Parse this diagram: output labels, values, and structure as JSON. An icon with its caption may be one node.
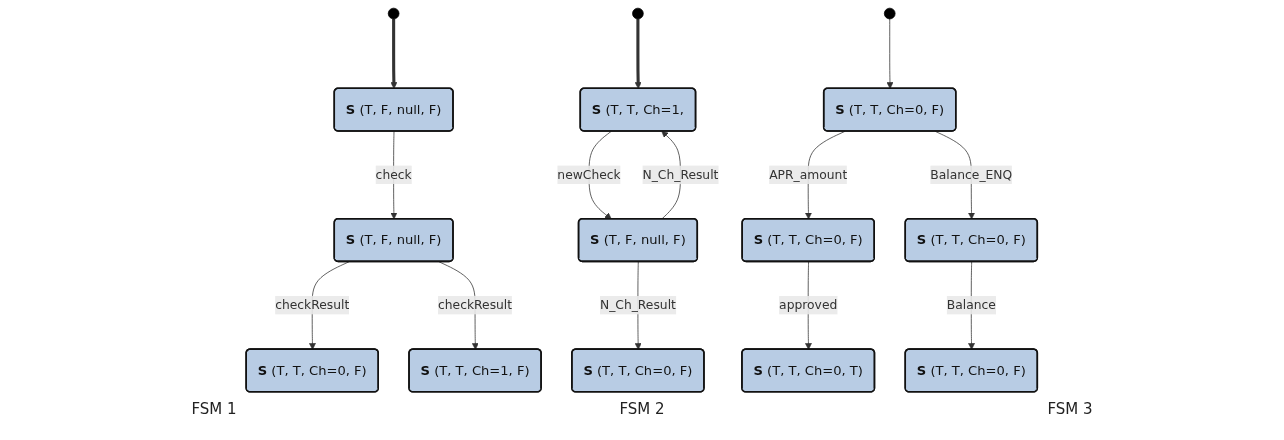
{
  "diagram": {
    "nodes": [
      {
        "text": [],
        "shape": "circle"
      },
      {
        "text": [
          "**S** (T, F, null, F)"
        ]
      },
      {
        "text": [
          "**S** (T, F, null, F)"
        ]
      },
      {
        "text": [
          "**S** (T, T, Ch=0, F)"
        ]
      },
      {
        "text": [
          "**S** (T, T, Ch=1, F)"
        ]
      },
      {
        "text": [],
        "shape": "circle"
      },
      {
        "text": [
          "**S** (T, T, Ch=1,"
        ]
      },
      {
        "text": [
          "**S** (T, F, null, F)"
        ]
      },
      {
        "text": [
          "**S** (T, T, Ch=0, F)"
        ]
      },
      {
        "text": [],
        "shape": "circle"
      },
      {
        "text": [
          "**S** (T, T, Ch=0, F)"
        ]
      },
      {
        "text": [
          "**S** (T, T, Ch=0, F)"
        ]
      },
      {
        "text": [
          "**S** (T, T, Ch=0, F)"
        ]
      },
      {
        "text": [
          "**S** (T, T, Ch=0, T)"
        ]
      },
      {
        "text": [
          "**S** (T, T, Ch=0, F)"
        ]
      }
    ],
    "edges": [
      {
        "from": 0,
        "to": 1,
        "arrow": "to",
        "style": "thick"
      },
      {
        "from": 1,
        "to": 2,
        "arrow": "to",
        "label": "check"
      },
      {
        "from": 2,
        "to": 3,
        "arrow": "to",
        "label": "checkResult"
      },
      {
        "from": 2,
        "to": 4,
        "arrow": "to",
        "label": "checkResult"
      },
      {
        "from": 5,
        "to": 6,
        "arrow": "to",
        "style": "thick"
      },
      {
        "from": 6,
        "to": 7,
        "arrow": "to",
        "label": "newCheck"
      },
      {
        "from": 7,
        "to": 6,
        "arrow": "to",
        "label": "N_Ch_Result"
      },
      {
        "from": 7,
        "to": 8,
        "arrow": "to",
        "label": "N_Ch_Result"
      },
      {
        "from": 9,
        "to": 10,
        "arrow": "to"
      },
      {
        "from": 10,
        "to": 11,
        "arrow": "to",
        "label": "APR_amount"
      },
      {
        "from": 10,
        "to": 12,
        "arrow": "to",
        "label": "Balance_ENQ"
      },
      {
        "from": 11,
        "to": 13,
        "arrow": "to",
        "label": "approved"
      },
      {
        "from": 12,
        "to": 14,
        "arrow": "to",
        "label": "Balance"
      }
    ],
    "labels": [
      "FSM 1",
      "FSM 2",
      "FSM 3"
    ]
  }
}
